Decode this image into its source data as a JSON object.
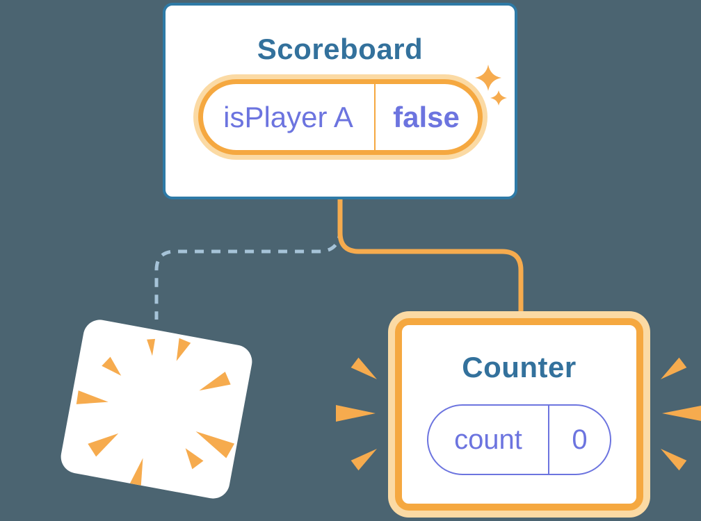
{
  "colors": {
    "bg": "#4b6471",
    "card-bg": "#ffffff",
    "card-border": "#2e7aa6",
    "title": "#33719c",
    "purple": "#6c74df",
    "orange": "#f6ab4e",
    "orange-strong": "#f5a840",
    "orange-light": "#fbdaa4",
    "dash": "#a6c3d8"
  },
  "scoreboard": {
    "title": "Scoreboard",
    "state": {
      "label": "isPlayer A",
      "value": "false"
    }
  },
  "counter": {
    "title": "Counter",
    "state": {
      "label": "count",
      "value": "0"
    }
  },
  "icons": {
    "sparkle": "sparkle-icon",
    "poof": "poof-burst-icon",
    "rays": "emphasis-rays-icon"
  }
}
